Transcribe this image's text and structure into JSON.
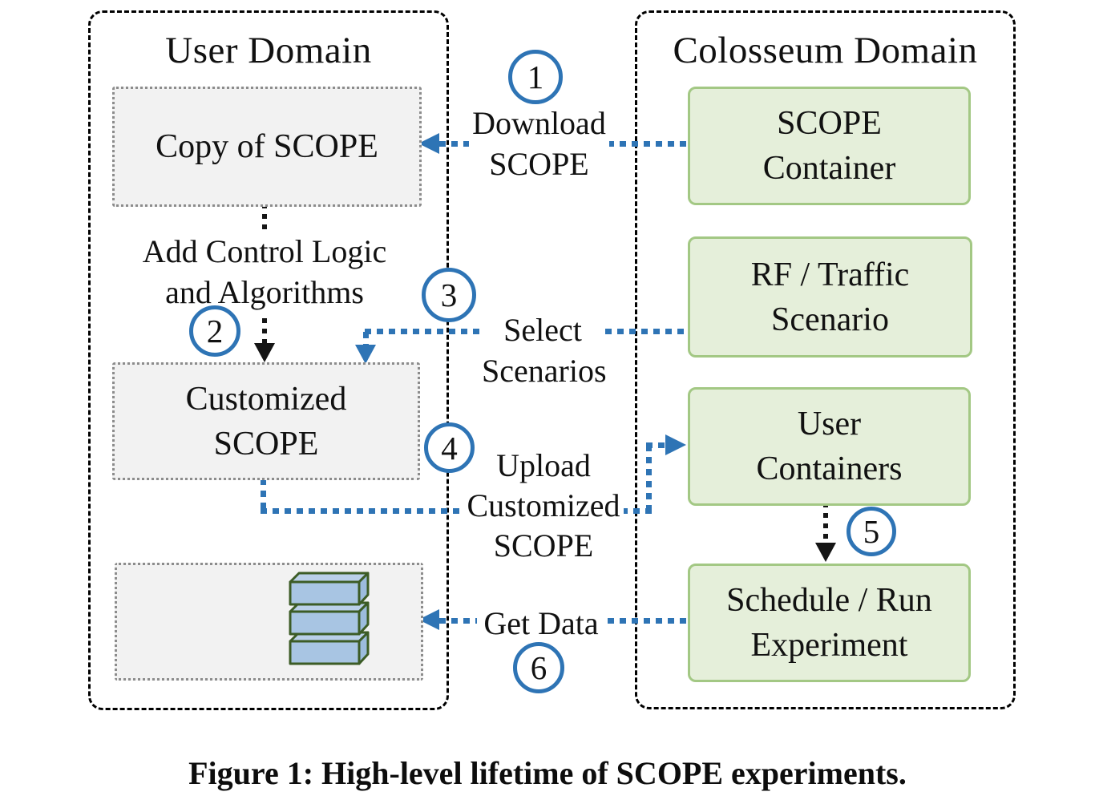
{
  "figure": {
    "caption": "Figure 1: High-level lifetime of SCOPE experiments.",
    "user_domain": {
      "title": "User Domain"
    },
    "colosseum_domain": {
      "title": "Colosseum Domain"
    },
    "nodes": {
      "copy_of_scope": {
        "lines": [
          "Copy of SCOPE"
        ]
      },
      "customized_scope": {
        "lines": [
          "Customized",
          "SCOPE"
        ]
      },
      "data_store": {
        "icon": "database-icon"
      },
      "scope_container": {
        "lines": [
          "SCOPE",
          "Container"
        ]
      },
      "rf_traffic_scenario": {
        "lines": [
          "RF / Traffic",
          "Scenario"
        ]
      },
      "user_containers": {
        "lines": [
          "User",
          "Containers"
        ]
      },
      "schedule_run_experiment": {
        "lines": [
          "Schedule / Run",
          "Experiment"
        ]
      }
    },
    "steps": {
      "step1": {
        "number": "1",
        "label_lines": [
          "Download",
          "SCOPE"
        ]
      },
      "step2": {
        "number": "2",
        "label_lines": [
          "Add Control Logic",
          "and Algorithms"
        ]
      },
      "step3": {
        "number": "3",
        "label_lines": [
          "Select",
          "Scenarios"
        ]
      },
      "step4": {
        "number": "4",
        "label_lines": [
          "Upload",
          "Customized",
          "SCOPE"
        ]
      },
      "step5": {
        "number": "5",
        "label_lines": []
      },
      "step6": {
        "number": "6",
        "label_lines": [
          "Get Data"
        ]
      }
    },
    "colors": {
      "arrow_blue": "#2E74B5",
      "circle_blue": "#2E74B5",
      "green_box_fill": "#E5EFDA",
      "green_box_border": "#A3C884",
      "gray_box_fill": "#F2F2F2",
      "gray_box_border": "#8C8C8C",
      "domain_border": "#000000",
      "db_icon_front": "#A8C5E3",
      "db_icon_top": "#BAD0E9",
      "db_icon_side": "#9CBCDD",
      "db_icon_outline": "#3C5C26"
    }
  }
}
